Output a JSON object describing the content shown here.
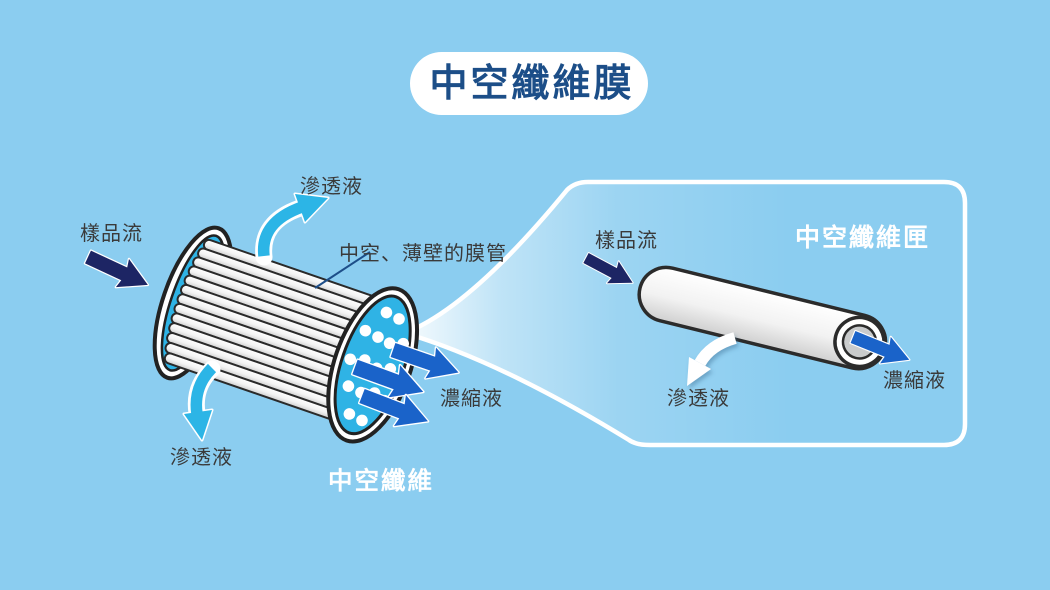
{
  "canvas": {
    "background": "#8bcdf0"
  },
  "title": {
    "text": "中空纖維膜",
    "color": "#1c4e88",
    "pill_background": "#ffffff"
  },
  "left_diagram": {
    "caption": "中空纖維",
    "labels": {
      "sample_flow": "樣品流",
      "permeate_top": "滲透液",
      "membrane_tube": "中空、薄壁的膜管",
      "concentrate": "濃縮液",
      "permeate_bottom": "滲透液"
    }
  },
  "callout": {
    "title": "中空纖維匣",
    "labels": {
      "sample_flow": "樣品流",
      "permeate": "滲透液",
      "concentrate": "濃縮液"
    }
  },
  "colors": {
    "background": "#8bcdf0",
    "title_text": "#1c4e88",
    "label_text": "#3a3a3a",
    "sample_flow_arrow": "#1d2564",
    "permeate_arrow": "#2cb5e6",
    "concentrate_arrow": "#1a63c9",
    "fiber_face": "#2fb3e5",
    "outline": "#222222",
    "callout_border": "#ffffff"
  }
}
